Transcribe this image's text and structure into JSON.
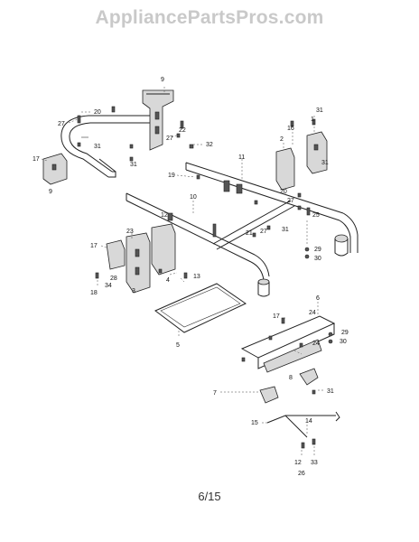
{
  "watermark": "AppliancePartsPros.com",
  "page_number": "6/15",
  "callouts": {
    "c1": "1",
    "c2": "2",
    "c3": "3",
    "c4": "4",
    "c5": "5",
    "c6": "6",
    "c7": "7",
    "c8": "8",
    "c9a": "9",
    "c9b": "9",
    "c10": "10",
    "c11": "11",
    "c12a": "12",
    "c12b": "12",
    "c13": "13",
    "c14": "14",
    "c15": "15",
    "c16": "16",
    "c17a": "17",
    "c17b": "17",
    "c17c": "17",
    "c18": "18",
    "c19": "19",
    "c20a": "20",
    "c20b": "20",
    "c21": "21",
    "c22": "22",
    "c23": "23",
    "c24a": "24",
    "c24b": "24",
    "c25": "25",
    "c26": "26",
    "c27a": "27",
    "c27b": "27",
    "c27c": "27",
    "c27d": "27",
    "c28": "28",
    "c29a": "29",
    "c29b": "29",
    "c30a": "30",
    "c30b": "30",
    "c31a": "31",
    "c31b": "31",
    "c31c": "31",
    "c31d": "31",
    "c31e": "31",
    "c32": "32",
    "c33": "33",
    "c34": "34"
  }
}
